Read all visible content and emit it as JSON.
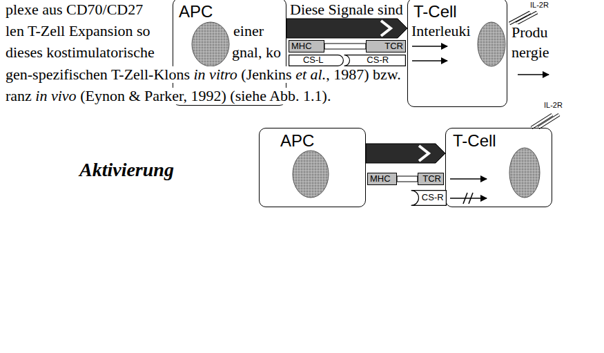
{
  "diagram": {
    "nodes": [
      {
        "text": [
          "APC"
        ]
      },
      {
        "text": [
          "T-Cell"
        ]
      },
      {
        "text": [
          "MHC"
        ]
      },
      {
        "text": [
          "TCR"
        ]
      },
      {
        "text": [
          "CS-L"
        ]
      },
      {
        "text": [
          "CS-R"
        ]
      },
      {
        "text": [
          "APC"
        ]
      },
      {
        "text": [
          "T-Cell"
        ]
      },
      {
        "text": [
          "MHC"
        ]
      },
      {
        "text": [
          "TCR"
        ]
      },
      {
        "text": [
          "CS-R"
        ]
      }
    ],
    "edges": [
      {
        "from": 0,
        "to": 1,
        "arrow": "to"
      },
      {
        "from": 2,
        "to": 3,
        "arrow": "none"
      },
      {
        "from": 6,
        "to": 7,
        "arrow": "to"
      },
      {
        "from": 8,
        "to": 9,
        "arrow": "none"
      }
    ],
    "labels": [
      "plexe aus CD70/CD27",
      "Diese Signale sind",
      "len T-Zell Expansion so",
      "einer",
      "Interleuki",
      "Produ",
      "dieses kostimulatorische",
      "gnal, ko",
      "nergie",
      "gen-spezifischen T-Zell-Klons",
      "in vitro",
      "(Jenkins",
      "et al.",
      ", 1987) bzw.",
      "ranz",
      "in vivo",
      "(Eynon & Parker, 1992) (siehe Abb. 1.1).",
      "IL-2R",
      "IL-2R",
      "Aktivierung"
    ]
  }
}
